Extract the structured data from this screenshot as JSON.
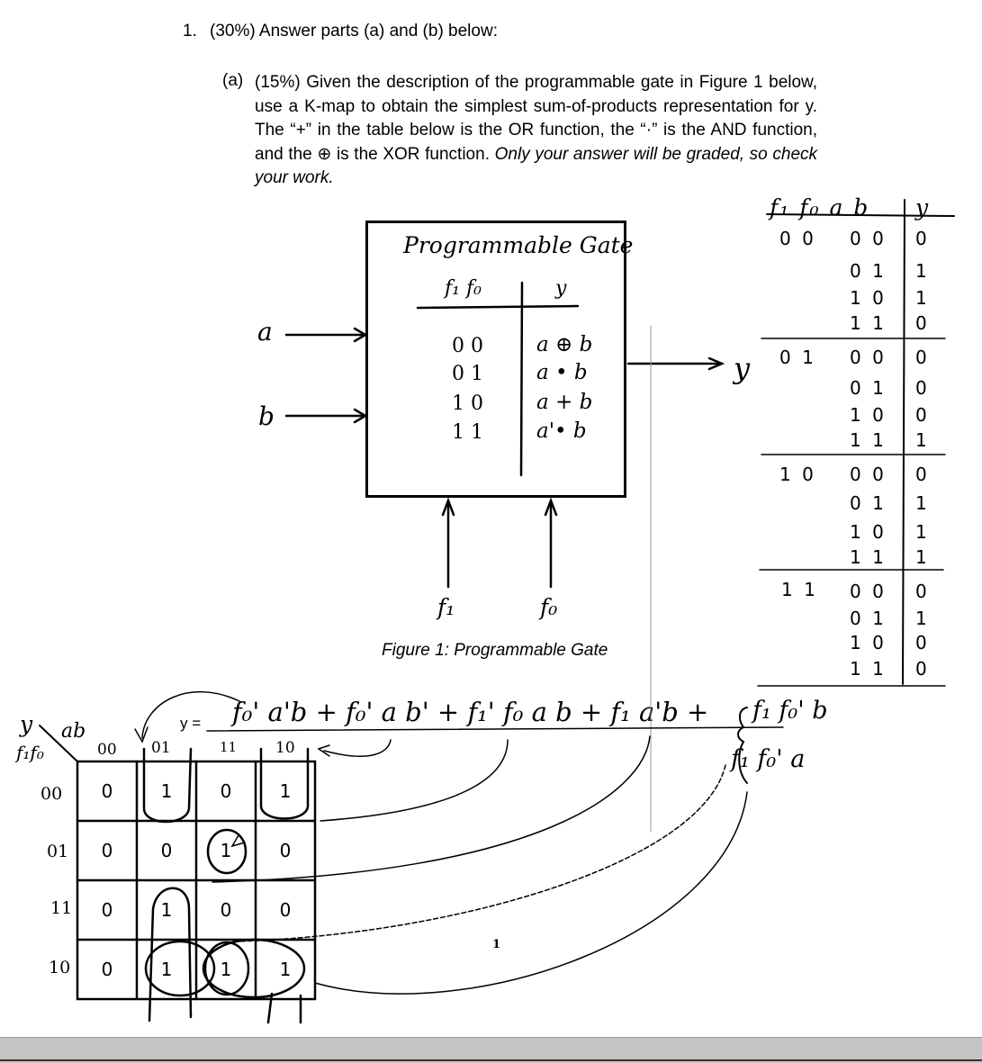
{
  "question": {
    "number": "1.",
    "text": "(30%) Answer parts (a) and (b) below:",
    "part_a_label": "(a)",
    "part_a_text": "(15%) Given the description of the programmable gate in Figure 1 below, use a K-map to obtain the simplest sum-of-products representation for y. The “+” in the table below is the OR function, the “·” is the AND function, and the ⊕ is the XOR function.",
    "part_a_note": "Only your answer will be graded, so check your work."
  },
  "figure": {
    "caption": "Figure 1: Programmable Gate",
    "gate_title": "Programmable Gate",
    "header_sel": "f₁ f₀",
    "header_y": "y",
    "rows": [
      {
        "sel": "0 0",
        "fn": "a ⊕ b"
      },
      {
        "sel": "0 1",
        "fn": "a • b"
      },
      {
        "sel": "1 0",
        "fn": "a + b"
      },
      {
        "sel": "1 1",
        "fn": "a'• b"
      }
    ],
    "input_a": "a",
    "input_b": "b",
    "output_y": "y",
    "sel_f1": "f₁",
    "sel_f0": "f₀"
  },
  "truth_table": {
    "header_inputs": "f₁ f₀ a b",
    "header_y": "y",
    "groups": [
      {
        "f": "0 0",
        "ab": [
          "0 0",
          "0 1",
          "1 0",
          "1 1"
        ],
        "y": [
          "0",
          "1",
          "1",
          "0"
        ]
      },
      {
        "f": "0 1",
        "ab": [
          "0 0",
          "0 1",
          "1 0",
          "1 1"
        ],
        "y": [
          "0",
          "0",
          "0",
          "1"
        ]
      },
      {
        "f": "1 0",
        "ab": [
          "0 0",
          "0 1",
          "1 0",
          "1 1"
        ],
        "y": [
          "0",
          "1",
          "1",
          "1"
        ]
      },
      {
        "f": "1 1",
        "ab": [
          "0 0",
          "0 1",
          "1 0",
          "1 1"
        ],
        "y": [
          "0",
          "1",
          "0",
          "0"
        ]
      }
    ]
  },
  "answer": {
    "y_label": "y =",
    "expression": "f₀' a'b + f₀' a b' + f₁' f₀ a b + f₁ a'b +",
    "alt_1": "f₁ f₀' b",
    "alt_2": "f₁ f₀' a"
  },
  "kmap": {
    "corner_y": "y",
    "corner_ab": "ab",
    "corner_f": "f₁f₀",
    "col_labels": [
      "00",
      "01",
      "11",
      "10"
    ],
    "row_labels": [
      "00",
      "01",
      "11",
      "10"
    ],
    "cells": [
      [
        "0",
        "1",
        "0",
        "1"
      ],
      [
        "0",
        "0",
        "1",
        "0"
      ],
      [
        "0",
        "1",
        "0",
        "0"
      ],
      [
        "0",
        "1",
        "1",
        "1"
      ]
    ]
  },
  "page_number": "1"
}
